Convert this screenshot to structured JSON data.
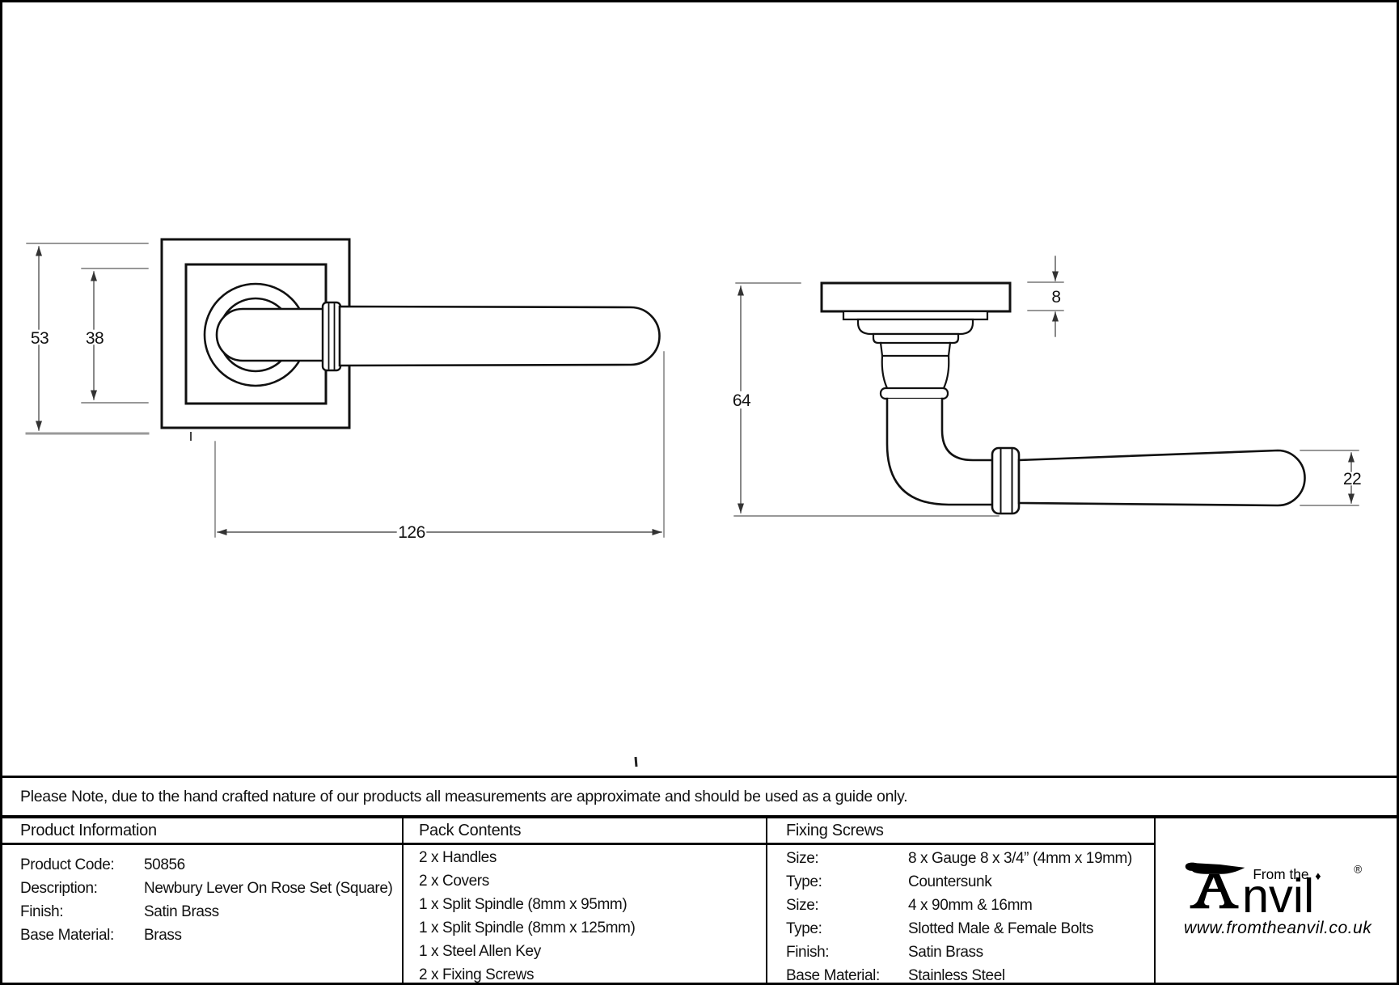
{
  "drawings": {
    "front_view": {
      "dim_height_outer": "53",
      "dim_height_inner": "38",
      "dim_length": "126"
    },
    "side_view": {
      "dim_projection": "64",
      "dim_rose_thickness": "8",
      "dim_grip_diameter": "22"
    }
  },
  "note": {
    "text": "Please Note, due to the hand crafted nature of our products all measurements are approximate and should be used as a guide only."
  },
  "table": {
    "product_information": {
      "header": "Product Information",
      "rows": [
        {
          "label": "Product Code:",
          "value": "50856"
        },
        {
          "label": "Description:",
          "value": "Newbury Lever On Rose Set (Square)"
        },
        {
          "label": "Finish:",
          "value": "Satin Brass"
        },
        {
          "label": "Base Material:",
          "value": "Brass"
        }
      ]
    },
    "pack_contents": {
      "header": "Pack Contents",
      "items": [
        "2 x Handles",
        "2 x Covers",
        "1 x Split Spindle (8mm x 95mm)",
        "1 x Split Spindle (8mm x 125mm)",
        "1 x Steel Allen Key",
        "2 x Fixing Screws"
      ]
    },
    "fixing_screws": {
      "header": "Fixing Screws",
      "rows": [
        {
          "label": "Size:",
          "value": "8 x Gauge 8 x 3/4” (4mm x 19mm)"
        },
        {
          "label": "Type:",
          "value": "Countersunk"
        },
        {
          "label": "Size:",
          "value": "4 x 90mm & 16mm"
        },
        {
          "label": "Type:",
          "value": "Slotted Male & Female Bolts"
        },
        {
          "label": "Finish:",
          "value": "Satin Brass"
        },
        {
          "label": "Base Material:",
          "value": "Stainless Steel"
        }
      ]
    }
  },
  "logo": {
    "tagline": "From the",
    "diamond": "♦",
    "brand_rest": "nvil",
    "registered": "®",
    "website": "www.fromtheanvil.co.uk"
  }
}
